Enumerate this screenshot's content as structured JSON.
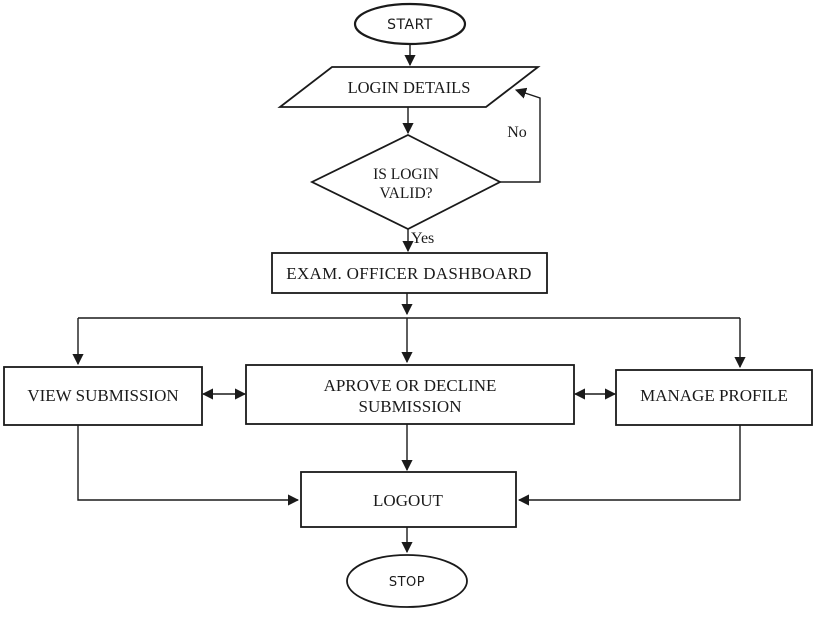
{
  "diagram": {
    "type": "flowchart",
    "colors": {
      "line": "#1a1a1a",
      "background": "#ffffff",
      "node_fill": "#ffffff"
    },
    "nodes": {
      "start": {
        "shape": "terminator",
        "label": "START"
      },
      "login": {
        "shape": "input-output",
        "label": "LOGIN DETAILS"
      },
      "decision": {
        "shape": "decision",
        "line1": "IS LOGIN",
        "line2": "VALID?"
      },
      "dashboard": {
        "shape": "process",
        "label": "EXAM. OFFICER DASHBOARD"
      },
      "view": {
        "shape": "process",
        "label": "VIEW SUBMISSION"
      },
      "approve": {
        "shape": "process",
        "line1": "APROVE OR DECLINE",
        "line2": "SUBMISSION"
      },
      "manage": {
        "shape": "process",
        "label": "MANAGE PROFILE"
      },
      "logout": {
        "shape": "process",
        "label": "LOGOUT"
      },
      "stop": {
        "shape": "terminator",
        "label": "STOP"
      }
    },
    "edge_labels": {
      "no": "No",
      "yes": "Yes"
    },
    "edges": [
      {
        "from": "start",
        "to": "login"
      },
      {
        "from": "login",
        "to": "decision"
      },
      {
        "from": "decision",
        "to": "login",
        "label": "No"
      },
      {
        "from": "decision",
        "to": "dashboard",
        "label": "Yes"
      },
      {
        "from": "dashboard",
        "to": "view"
      },
      {
        "from": "dashboard",
        "to": "approve"
      },
      {
        "from": "dashboard",
        "to": "manage"
      },
      {
        "from": "view",
        "to": "approve",
        "bidirectional": true
      },
      {
        "from": "approve",
        "to": "manage",
        "bidirectional": true
      },
      {
        "from": "view",
        "to": "logout"
      },
      {
        "from": "approve",
        "to": "logout"
      },
      {
        "from": "manage",
        "to": "logout"
      },
      {
        "from": "logout",
        "to": "stop"
      }
    ]
  }
}
